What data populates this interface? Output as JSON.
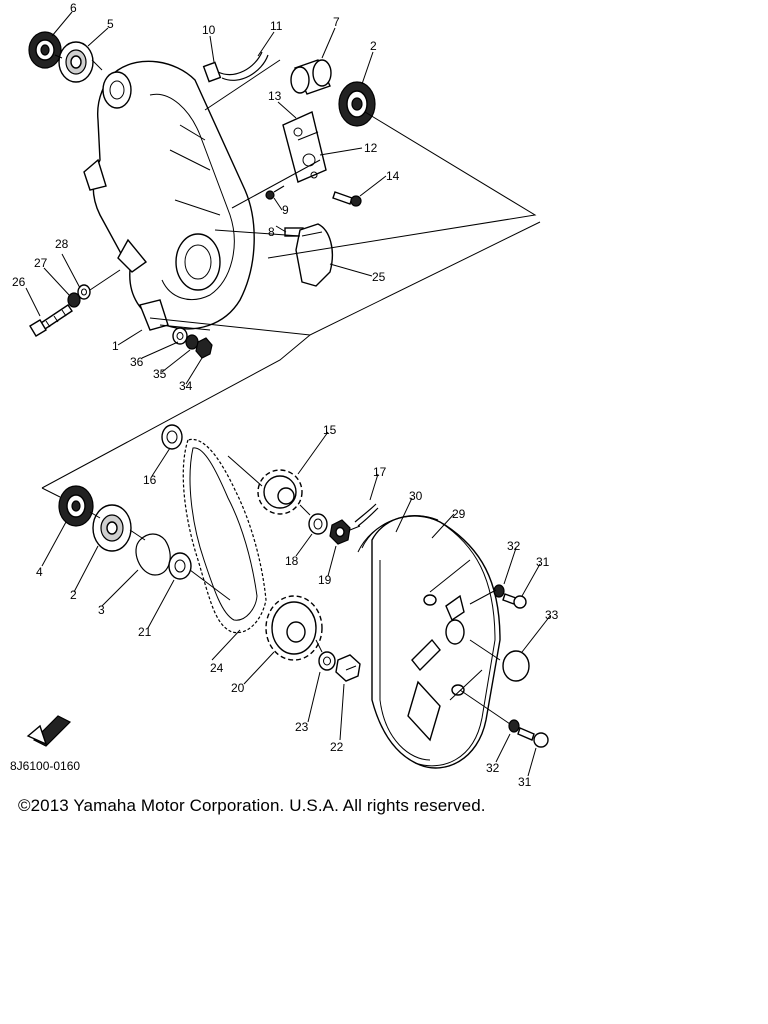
{
  "diagram": {
    "code": "8J6100-0160",
    "callouts": [
      "6",
      "5",
      "10",
      "11",
      "7",
      "2",
      "13",
      "12",
      "14",
      "9",
      "8",
      "25",
      "28",
      "27",
      "26",
      "1",
      "36",
      "35",
      "34",
      "15",
      "16",
      "17",
      "30",
      "29",
      "4",
      "2",
      "3",
      "21",
      "18",
      "19",
      "32",
      "31",
      "33",
      "24",
      "20",
      "23",
      "22",
      "32",
      "31"
    ]
  },
  "footer": {
    "copyright": "©2013 Yamaha Motor Corporation. U.S.A. All rights reserved."
  },
  "colors": {
    "ink": "#000000",
    "background": "#ffffff"
  }
}
